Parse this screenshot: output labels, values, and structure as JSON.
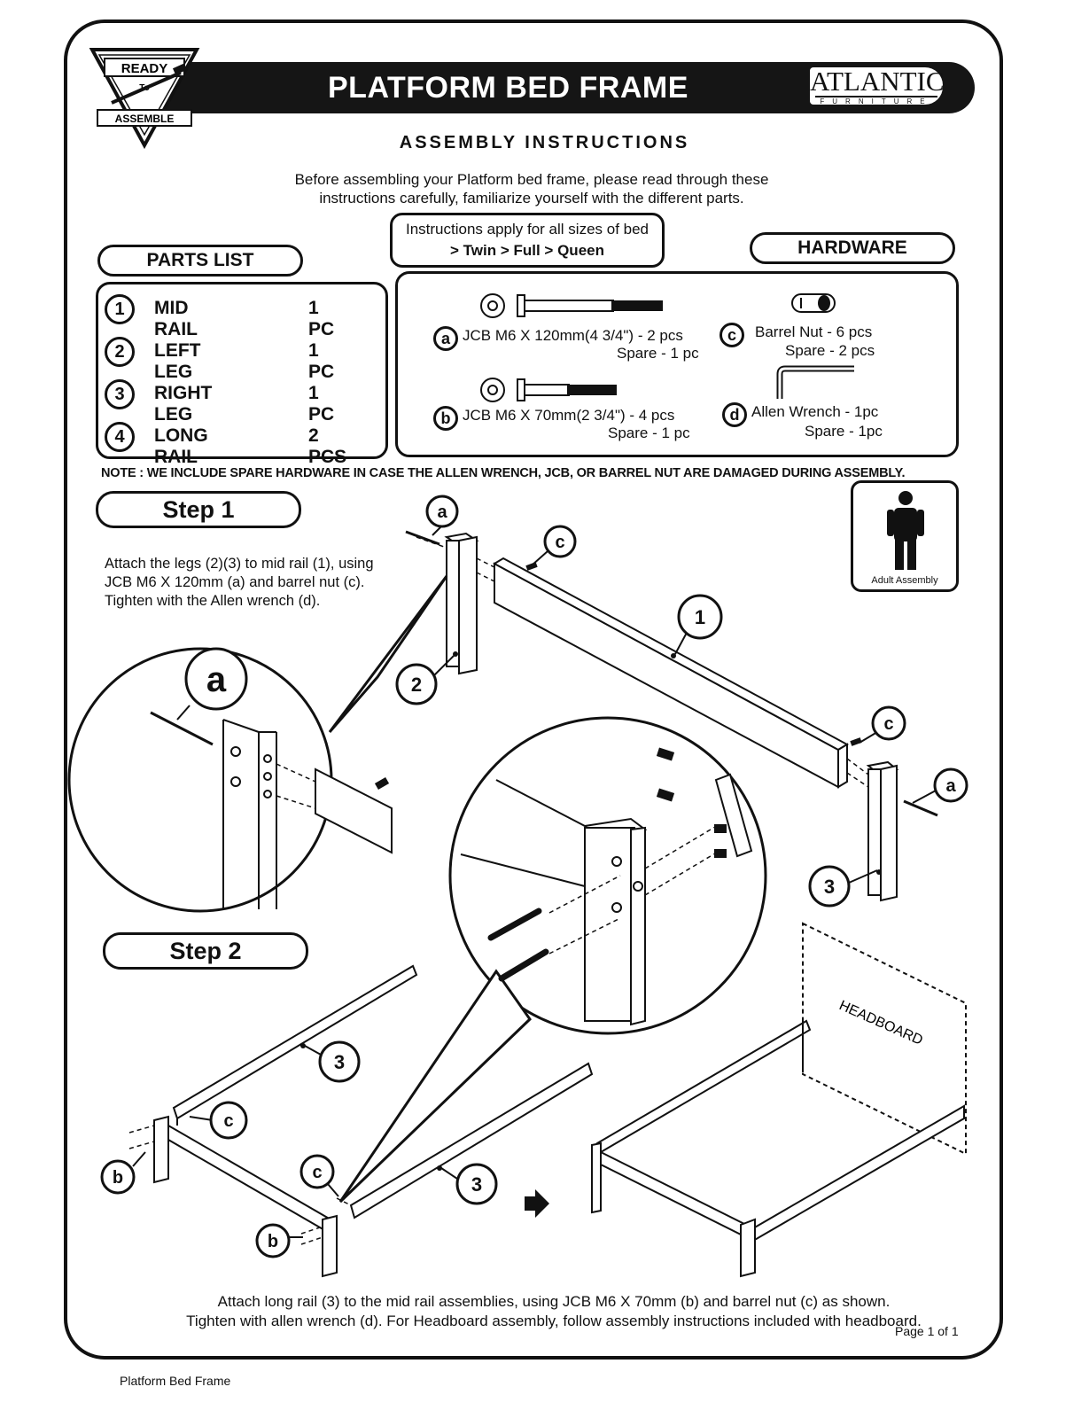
{
  "header": {
    "badge_ready": "READY",
    "badge_to": "To",
    "badge_assemble": "ASSEMBLE",
    "title": "PLATFORM BED FRAME",
    "brand_name": "ATLANTIC",
    "brand_sub": "FURNITURE"
  },
  "subtitle": "ASSEMBLY INSTRUCTIONS",
  "intro": {
    "line1": "Before assembling your Platform bed frame, please read through these",
    "line2": "instructions carefully, familiarize yourself with the different parts."
  },
  "sizes_note": {
    "line1": "Instructions apply for all sizes of bed",
    "line2": "> Twin > Full > Queen"
  },
  "parts_list": {
    "heading": "PARTS LIST",
    "items": [
      {
        "num": "1",
        "name": "MID RAIL",
        "qty": "1 PC"
      },
      {
        "num": "2",
        "name": "LEFT LEG",
        "qty": "1 PC"
      },
      {
        "num": "3",
        "name": "RIGHT LEG",
        "qty": "1 PC"
      },
      {
        "num": "4",
        "name": "LONG RAIL",
        "qty": "2 PCS"
      }
    ]
  },
  "hardware": {
    "heading": "HARDWARE",
    "items": [
      {
        "letter": "a",
        "name": "JCB M6 X 120mm(4 3/4\") - 2 pcs",
        "spare": "Spare - 1 pc"
      },
      {
        "letter": "b",
        "name": "JCB M6 X 70mm(2 3/4\") - 4 pcs",
        "spare": "Spare - 1 pc"
      },
      {
        "letter": "c",
        "name": "Barrel Nut - 6 pcs",
        "spare": "Spare - 2 pcs"
      },
      {
        "letter": "d",
        "name": "Allen Wrench - 1pc",
        "spare": "Spare - 1pc"
      }
    ]
  },
  "note": "NOTE : WE INCLUDE SPARE HARDWARE IN CASE THE ALLEN WRENCH, JCB, OR  BARREL NUT  ARE DAMAGED DURING ASSEMBLY.",
  "adult_assembly": "Adult Assembly",
  "step1": {
    "label": "Step 1",
    "line1": "Attach the legs (2)(3) to mid rail (1), using",
    "line2": "JCB M6 X 120mm (a) and barrel nut (c).",
    "line3": "Tighten with the Allen wrench (d)."
  },
  "step2": {
    "label": "Step 2"
  },
  "diagram_labels": {
    "a": "a",
    "b": "b",
    "c": "c",
    "one": "1",
    "two": "2",
    "three": "3",
    "headboard": "HEADBOARD"
  },
  "footer": {
    "line1": "Attach long rail (3) to the mid rail assemblies, using JCB M6 X 70mm (b) and barrel nut (c) as shown.",
    "line2": "Tighten with allen wrench (d). For Headboard assembly, follow assembly instructions included with headboard.",
    "page": "Page 1 of 1",
    "doc_name": "Platform Bed Frame"
  }
}
